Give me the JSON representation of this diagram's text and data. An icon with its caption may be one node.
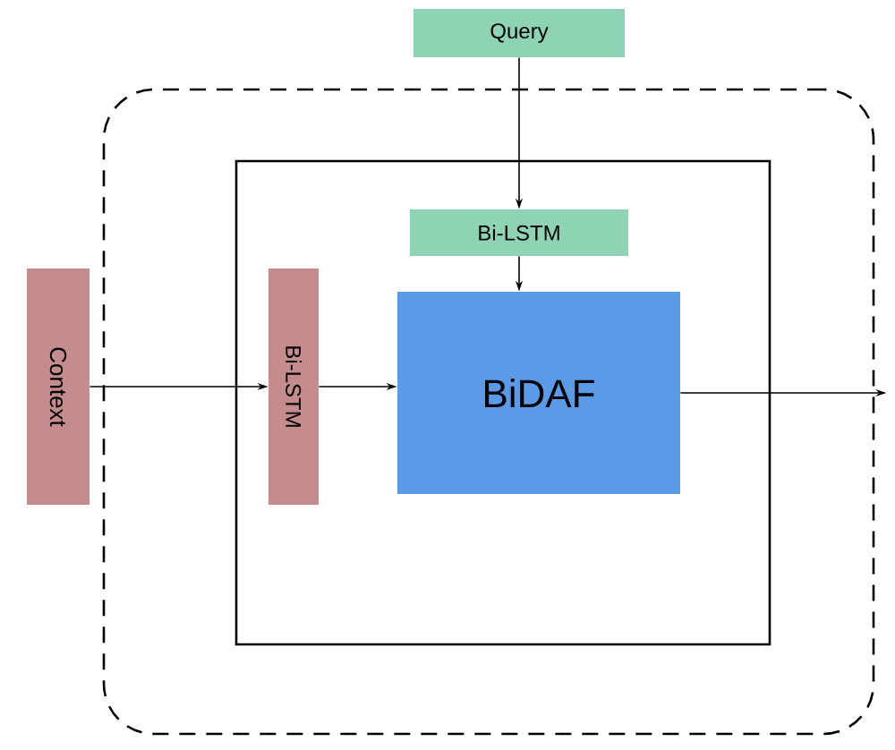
{
  "diagram": {
    "nodes": [
      {
        "text": [
          "Query"
        ]
      },
      {
        "text": [],
        "shape": "box"
      },
      {
        "text": [],
        "shape": "box",
        "in": 1
      },
      {
        "text": [
          "Context"
        ]
      },
      {
        "text": [
          "Bi-LSTM"
        ],
        "in": 2
      },
      {
        "text": [
          "Bi-LSTM"
        ],
        "in": 2
      },
      {
        "text": [
          "BiDAF"
        ],
        "in": 2
      }
    ],
    "edges": [
      {
        "from": 0,
        "to": 5,
        "arrow": "to"
      },
      {
        "from": 5,
        "to": 6,
        "arrow": "to"
      },
      {
        "from": 3,
        "to": 4,
        "arrow": "to"
      },
      {
        "from": 4,
        "to": 6,
        "arrow": "to"
      },
      {
        "from": 6,
        "to": null,
        "arrow": "to"
      }
    ]
  }
}
